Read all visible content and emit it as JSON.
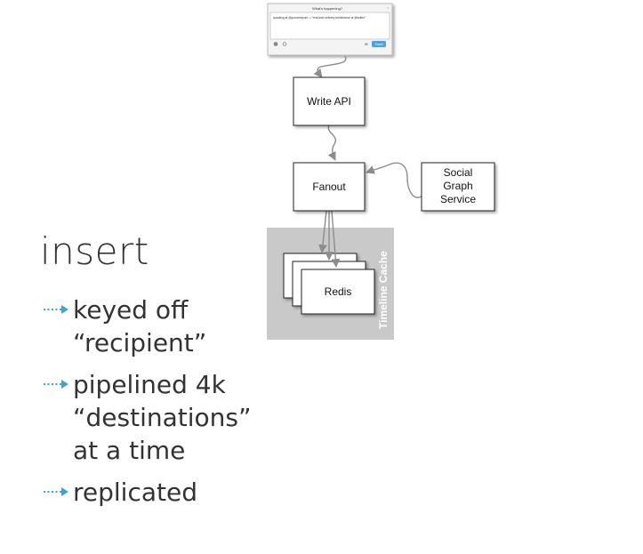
{
  "tweet_box": {
    "title": "What's happening?",
    "text": "speaking at @qconnewyork -> \"real-time delivery architecture at @twitter\"",
    "char_count": "69",
    "button_label": "Tweet"
  },
  "nodes": {
    "write_api": "Write API",
    "fanout": "Fanout",
    "social_graph": [
      "Social",
      "Graph",
      "Service"
    ],
    "redis": "Redis",
    "timeline_cache": "Timeline Cache"
  },
  "slide": {
    "title": "insert",
    "bullets": [
      {
        "lines": [
          "keyed off",
          "“recipient”"
        ]
      },
      {
        "lines": [
          "pipelined 4k",
          "“destinations”",
          "at a time"
        ]
      },
      {
        "lines": [
          "replicated"
        ]
      }
    ]
  },
  "colors": {
    "accent_arrow": "#3aa6d8",
    "connector": "#8c8c8c",
    "cache_panel": "#c9c9c9",
    "tweet_button": "#4aa3df"
  }
}
